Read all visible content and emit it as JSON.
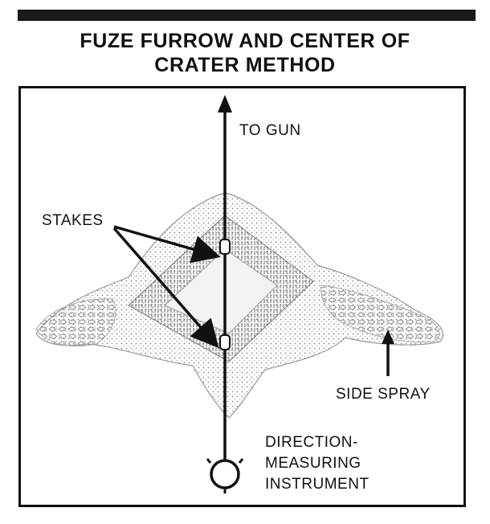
{
  "title": {
    "line1": "FUZE FURROW AND CENTER OF",
    "line2": "CRATER METHOD"
  },
  "labels": {
    "to_gun": "TO GUN",
    "stakes": "STAKES",
    "side_spray": "SIDE SPRAY",
    "instrument_line1": "DIRECTION-",
    "instrument_line2": "MEASURING",
    "instrument_line3": "INSTRUMENT"
  },
  "colors": {
    "ink": "#111111",
    "spray": "#9a9a9a",
    "background": "#ffffff"
  }
}
